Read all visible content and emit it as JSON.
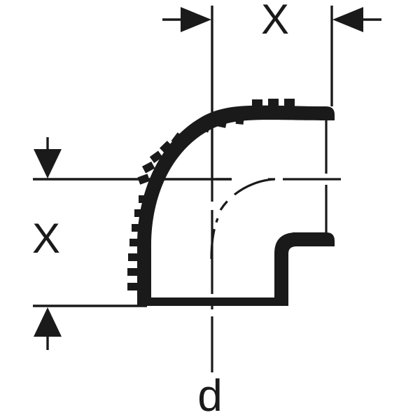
{
  "drawing": {
    "title": "Pipe elbow 90 degree technical dimension drawing",
    "background_color": "#ffffff",
    "line_color": "#1a1a1a",
    "labels": {
      "horizontal_dimension": "X",
      "vertical_dimension": "X",
      "diameter_dimension": "d"
    },
    "annotations": {
      "horizontal_dim_name": "X",
      "vertical_dim_name": "X",
      "centerline_name": "d"
    },
    "elements": {
      "top_dimension_arrow_left": "arrow-right",
      "top_dimension_arrow_right": "arrow-left",
      "left_dimension_arrow_upper": "arrow-down",
      "left_dimension_arrow_lower": "arrow-up",
      "outer_curve_texture": "ribbed-socket-teeth",
      "hidden_inner_curve": "dashed-arc",
      "vertical_centerline": "dash-dot",
      "socket_step": "stepped-spigot"
    }
  },
  "chart_data": {
    "type": "table",
    "title": "Pipe elbow dimensions",
    "categories": [
      "X horizontal",
      "X vertical",
      "d"
    ],
    "values": [
      "X",
      "X",
      "d"
    ]
  }
}
